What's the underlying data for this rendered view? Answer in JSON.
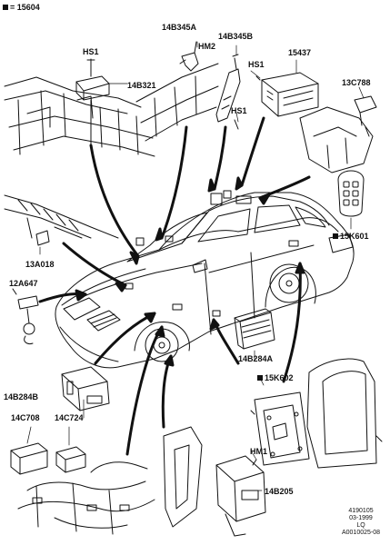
{
  "legend": {
    "marker": "■",
    "text": "= 15604"
  },
  "labels": {
    "hs1_a": "HS1",
    "p14b345a": "14B345A",
    "hm2": "HM2",
    "p14b345b": "14B345B",
    "hs1_b": "HS1",
    "p15437": "15437",
    "p14b321": "14B321",
    "hs1_c": "HS1",
    "p13c788": "13C788",
    "p15k601": "15K601",
    "p13a018": "13A018",
    "p12a647": "12A647",
    "p14b284a": "14B284A",
    "p14b284b": "14B284B",
    "p15k602": "15K602",
    "p14c708": "14C708",
    "p14c724": "14C724",
    "hm1": "HM1",
    "p14b205": "14B205"
  },
  "figure_info": [
    "4190105",
    "03-1999",
    "LQ",
    "A0010025-08"
  ],
  "colors": {
    "ink": "#111111",
    "background": "#ffffff"
  }
}
